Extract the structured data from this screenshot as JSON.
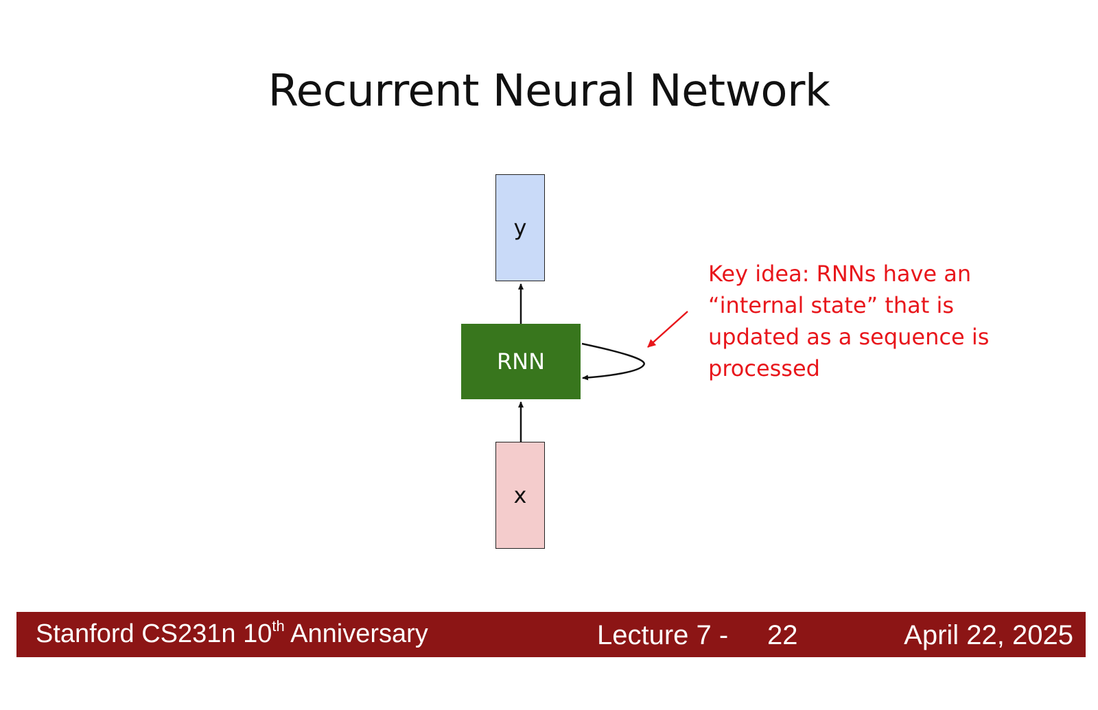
{
  "slide": {
    "title": "Recurrent Neural Network"
  },
  "diagram": {
    "nodes": {
      "output": "y",
      "rnn": "RNN",
      "input": "x"
    },
    "annotation": "Key idea: RNNs have an “internal state” that is updated as a sequence is processed",
    "colors": {
      "output_fill": "#c9daf8",
      "input_fill": "#f4cccc",
      "rnn_fill": "#38761d",
      "annotation": "#e8161b",
      "footer": "#8c1515"
    }
  },
  "footer": {
    "course_prefix": "Stanford CS231n 10",
    "course_sup": "th",
    "course_suffix": " Anniversary",
    "lecture": "Lecture 7 -",
    "page": "22",
    "date": "April 22, 2025"
  }
}
